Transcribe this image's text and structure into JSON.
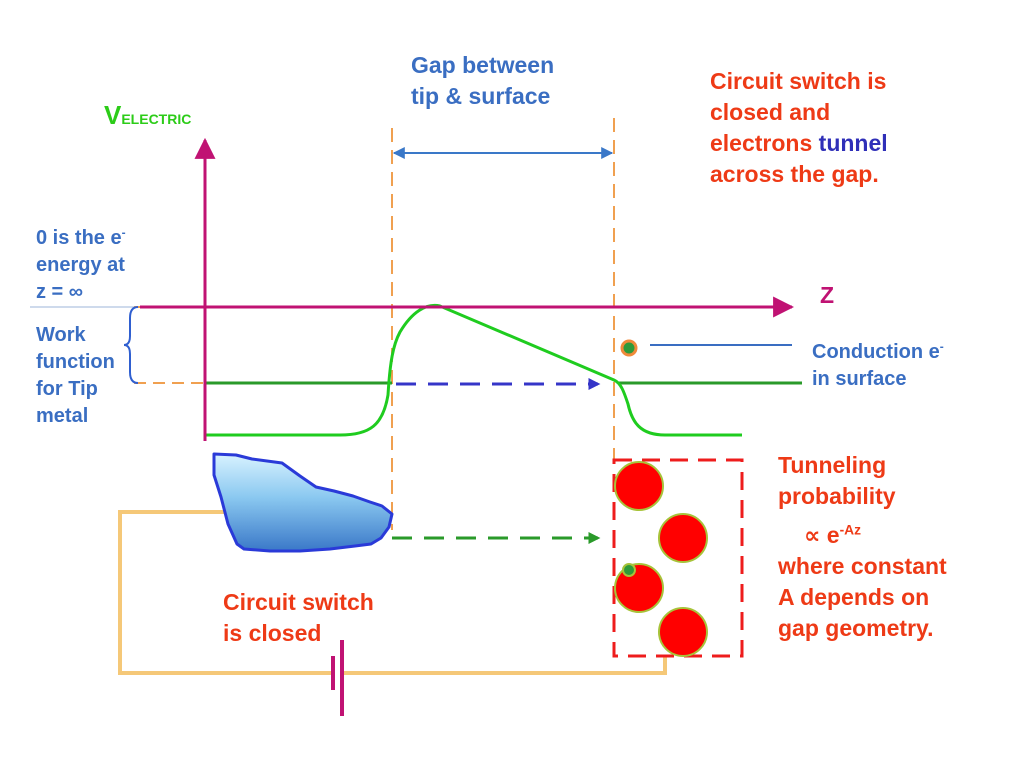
{
  "labels": {
    "v_axis_main": "V",
    "v_axis_sub": "ELECTRIC",
    "z_axis": "Z",
    "gap": [
      "Gap between",
      "tip & surface"
    ],
    "zero_energy": {
      "line1": "0 is the e",
      "line1_sup": "-",
      "line2": "energy at",
      "line3": "z = ∞"
    },
    "work_function": [
      "Work",
      "function",
      "for Tip",
      "metal"
    ],
    "conduction": {
      "line1": "Conduction e",
      "line1_sup": "-",
      "line2": "in surface"
    },
    "switch_closed": {
      "line1": "Circuit switch is",
      "line2": "closed and",
      "line3_prefix": "electrons ",
      "line3_highlight": "tunnel",
      "line4": "across the gap."
    },
    "circuit_switch": [
      "Circuit switch",
      "is closed"
    ],
    "tunneling": {
      "line1": "Tunneling",
      "line2": "probability",
      "formula_prefix": "∝ e",
      "formula_sup": "-Az",
      "line4": "where constant",
      "line5": "A depends on",
      "line6": "gap geometry."
    }
  },
  "colors": {
    "axis": "#c01273",
    "potential": "#1fcc1f",
    "fermi": "#2a9a2a",
    "guide": "#f0a050",
    "gap_arrow": "#3a78c8",
    "tunnel_arrow": "#3535c8",
    "circuit_wire": "#f5c878",
    "atom_fill": "#ff0000",
    "atom_outline": "#a7c33a",
    "electron_fill": "#2e9a3a",
    "electron_ring": "#f08a3a",
    "box_dash": "#ee1c1c",
    "tip_fill": "#8ac8f0",
    "tip_outline": "#2a3ad8",
    "conduction_line": "#3a6ec2"
  }
}
